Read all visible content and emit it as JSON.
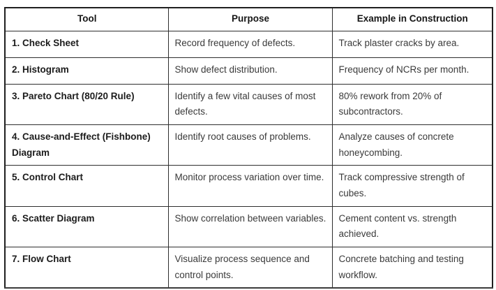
{
  "table": {
    "headers": {
      "tool": "Tool",
      "purpose": "Purpose",
      "example": "Example in Construction"
    },
    "rows": [
      {
        "tool": "1. Check Sheet",
        "purpose": "Record frequency of defects.",
        "example": "Track plaster cracks by area."
      },
      {
        "tool": "2. Histogram",
        "purpose": "Show defect distribution.",
        "example": "Frequency of NCRs per month."
      },
      {
        "tool": "3. Pareto Chart (80/20 Rule)",
        "purpose": "Identify a few vital causes of most defects.",
        "example": "80% rework from 20% of subcontractors."
      },
      {
        "tool": "4. Cause-and-Effect (Fishbone) Diagram",
        "purpose": "Identify root causes of problems.",
        "example": "Analyze causes of concrete honeycombing."
      },
      {
        "tool": "5. Control Chart",
        "purpose": "Monitor process variation over time.",
        "example": "Track compressive strength of cubes."
      },
      {
        "tool": "6. Scatter Diagram",
        "purpose": "Show correlation between variables.",
        "example": "Cement content vs. strength achieved."
      },
      {
        "tool": "7. Flow Chart",
        "purpose": "Visualize process sequence and control points.",
        "example": "Concrete batching and testing workflow."
      }
    ],
    "colors": {
      "background": "#ffffff",
      "border_outer": "#1f1f1f",
      "border_inner": "#2e2e2e",
      "header_text": "#161616",
      "tool_text": "#1c1c1c",
      "body_text": "#3a3a3a"
    }
  }
}
